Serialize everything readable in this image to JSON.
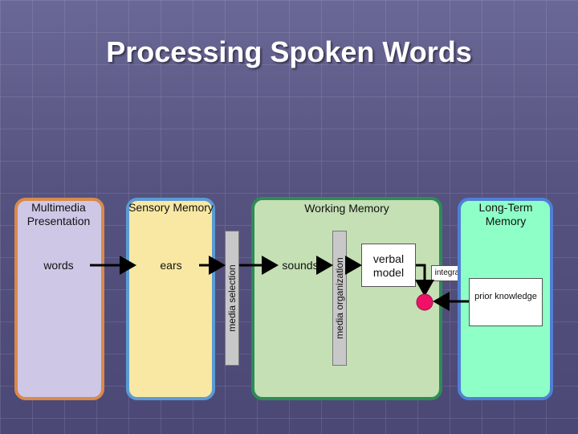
{
  "slide": {
    "title": "Processing Spoken Words"
  },
  "columns": {
    "multimedia": {
      "label": "Multimedia Presentation",
      "item": "words"
    },
    "sensory": {
      "label": "Sensory Memory",
      "item": "ears"
    },
    "working": {
      "label": "Working Memory",
      "item": "sounds",
      "model": "verbal model"
    },
    "longterm": {
      "label": "Long-Term Memory",
      "item": "prior knowledge"
    }
  },
  "processes": {
    "selection": "media selection",
    "organization": "media organization",
    "integrating": "integrating"
  },
  "colors": {
    "multimedia_fill": "#cfc7e6",
    "multimedia_border": "#d98a4a",
    "sensory_fill": "#f9e8a3",
    "sensory_border": "#5b9bd5",
    "working_fill": "#c4e0b4",
    "working_border": "#2e8b57",
    "longterm_fill": "#8effc7",
    "longterm_border": "#4f7fd6",
    "integration_dot": "#ee1166"
  }
}
